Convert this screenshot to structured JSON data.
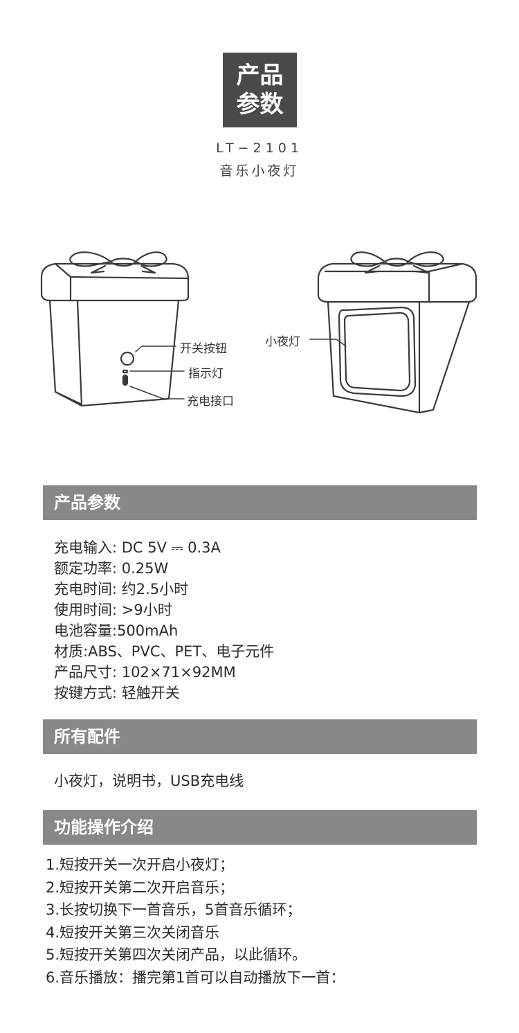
{
  "header": {
    "badge_line1": "产品",
    "badge_line2": "参数",
    "model": "LT−2101",
    "product_name": "音乐小夜灯"
  },
  "diagram": {
    "labels": {
      "power_button": "开关按钮",
      "indicator": "指示灯",
      "charging_port": "充电接口",
      "night_light": "小夜灯"
    }
  },
  "sections": {
    "specs_title": "产品参数",
    "accessories_title": "所有配件",
    "operation_title": "功能操作介绍"
  },
  "specs": [
    "充电输入: DC 5V ⎓ 0.3A",
    "额定功率: 0.25W",
    "充电时间: 约2.5小时",
    "使用时间: >9小时",
    "电池容量:500mAh",
    "材质:ABS、PVC、PET、电子元件",
    "产品尺寸: 102×71×92MM",
    "按键方式: 轻触开关"
  ],
  "accessories": "小夜灯，说明书，USB充电线",
  "operations": [
    "1.短按开关一次开启小夜灯；",
    "2.短按开关第二次开启音乐；",
    "3.长按切换下一首音乐，5首音乐循环；",
    "4.短按开关第三次关闭音乐",
    "5.短按开关第四次关闭产品，以此循环。",
    "6.音乐播放：播完第1首可以自动播放下一首："
  ]
}
